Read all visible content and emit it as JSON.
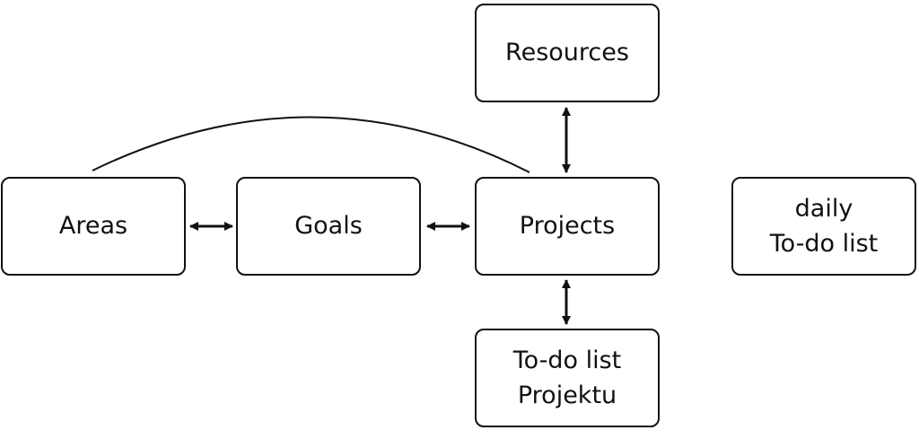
{
  "nodes": {
    "resources": [
      "Resources"
    ],
    "areas": [
      "Areas"
    ],
    "goals": [
      "Goals"
    ],
    "projects": [
      "Projects"
    ],
    "daily": [
      "daily",
      "To-do list"
    ],
    "todo": [
      "To-do list",
      "Projektu"
    ]
  },
  "edges": [
    {
      "from": "areas",
      "to": "goals",
      "kind": "double-arrow"
    },
    {
      "from": "goals",
      "to": "projects",
      "kind": "double-arrow"
    },
    {
      "from": "projects",
      "to": "resources",
      "kind": "double-arrow"
    },
    {
      "from": "projects",
      "to": "todo",
      "kind": "double-arrow"
    },
    {
      "from": "areas",
      "to": "projects",
      "kind": "arc"
    }
  ],
  "colors": {
    "stroke": "#111111",
    "background": "#ffffff"
  }
}
